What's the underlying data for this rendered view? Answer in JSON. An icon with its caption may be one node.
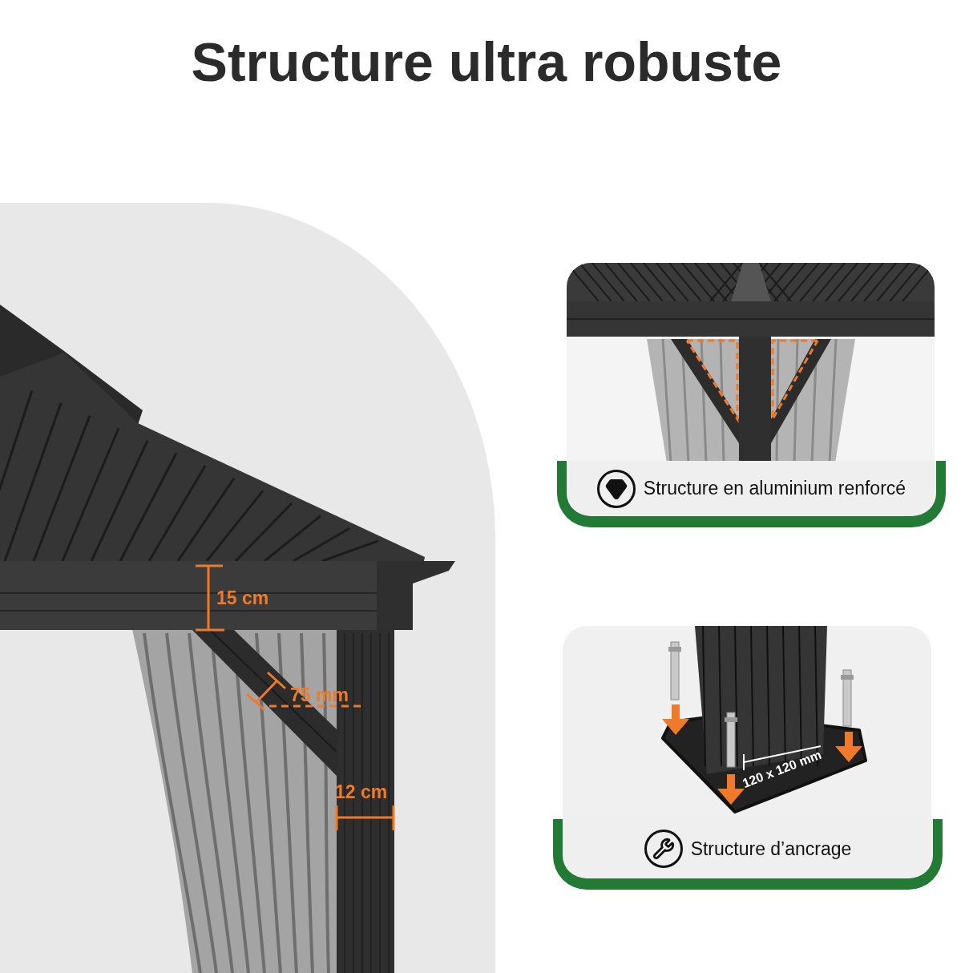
{
  "diagram": {
    "title": "Structure ultra robuste",
    "nodes": [
      {
        "text": [
          "Structure en aluminium renforcé"
        ]
      },
      {
        "text": [
          "Structure d’ancrage"
        ]
      }
    ],
    "labels": [
      "15 cm",
      "75 mm",
      "12 cm",
      "120 x 120 mm"
    ]
  }
}
